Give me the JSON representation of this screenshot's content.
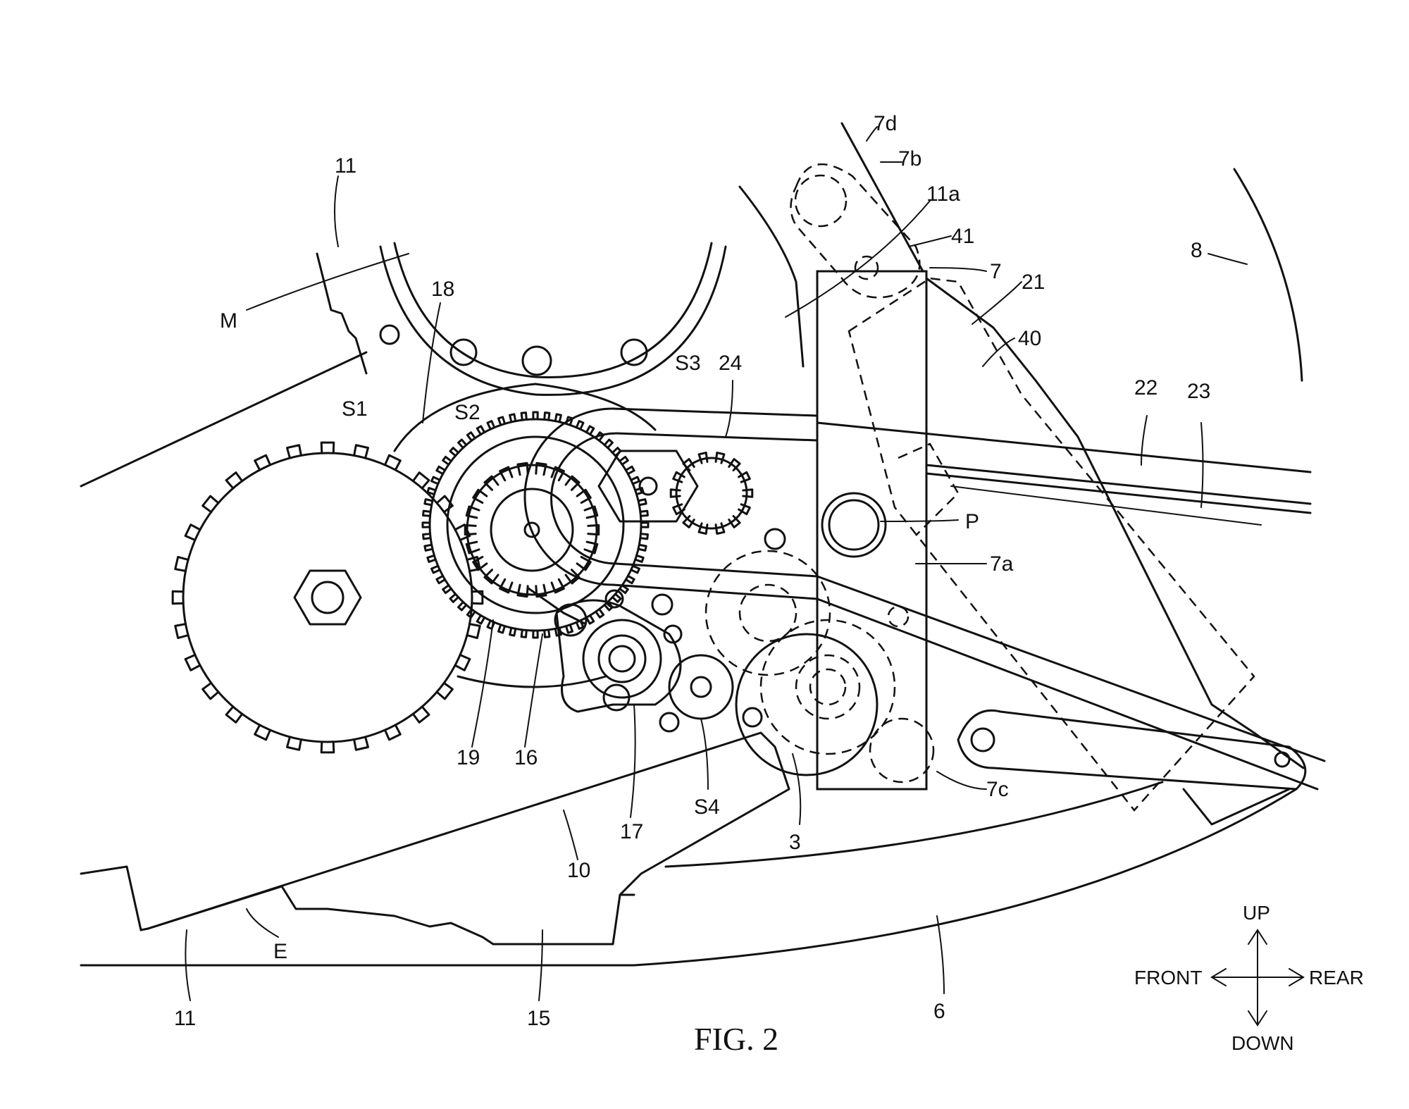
{
  "caption": "FIG. 2",
  "labels": {
    "l_11_top": "11",
    "l_7d": "7d",
    "l_7b": "7b",
    "l_11a": "11a",
    "l_41": "41",
    "l_7": "7",
    "l_21": "21",
    "l_8": "8",
    "l_M": "M",
    "l_18": "18",
    "l_40": "40",
    "l_S3": "S3",
    "l_24": "24",
    "l_22": "22",
    "l_23": "23",
    "l_S1": "S1",
    "l_S2": "S2",
    "l_P": "P",
    "l_7a": "7a",
    "l_19": "19",
    "l_16": "16",
    "l_17": "17",
    "l_S4": "S4",
    "l_7c": "7c",
    "l_3": "3",
    "l_10": "10",
    "l_E": "E",
    "l_15": "15",
    "l_6": "6",
    "l_11_bottom_left": "11",
    "l_11_bottom_mid": "15"
  },
  "directions": {
    "up": "UP",
    "down": "DOWN",
    "front": "FRONT",
    "rear": "REAR"
  }
}
